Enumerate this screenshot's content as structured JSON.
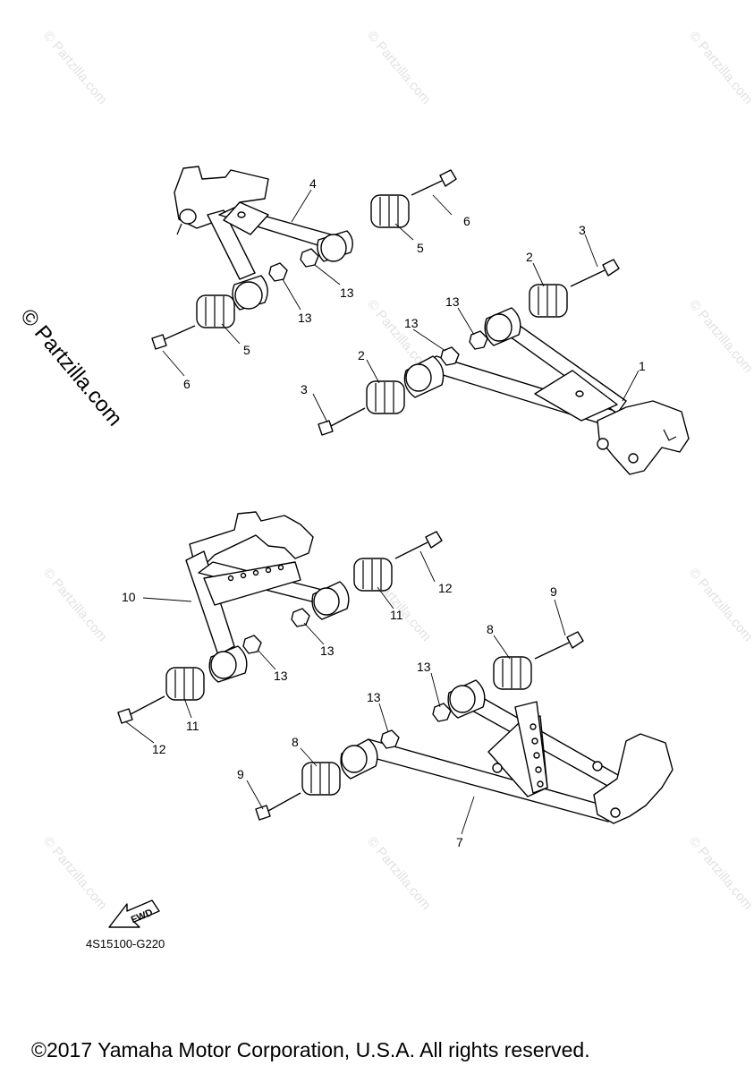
{
  "watermark": {
    "text": "© Partzilla.com",
    "side_text": "© Partzilla.com"
  },
  "callouts": {
    "c1": "1",
    "c2a": "2",
    "c2b": "2",
    "c3a": "3",
    "c3b": "3",
    "c4": "4",
    "c5a": "5",
    "c5b": "5",
    "c6a": "6",
    "c6b": "6",
    "c7": "7",
    "c8a": "8",
    "c8b": "8",
    "c9a": "9",
    "c9b": "9",
    "c10": "10",
    "c11a": "11",
    "c11b": "11",
    "c12a": "12",
    "c12b": "12",
    "c13a": "13",
    "c13b": "13",
    "c13c": "13",
    "c13d": "13",
    "c13e": "13",
    "c13f": "13",
    "c13g": "13",
    "c13h": "13"
  },
  "fwd_label": "FWD",
  "diagram_code": "4S15100-G220",
  "copyright": "©2017 Yamaha Motor Corporation, U.S.A. All rights reserved."
}
